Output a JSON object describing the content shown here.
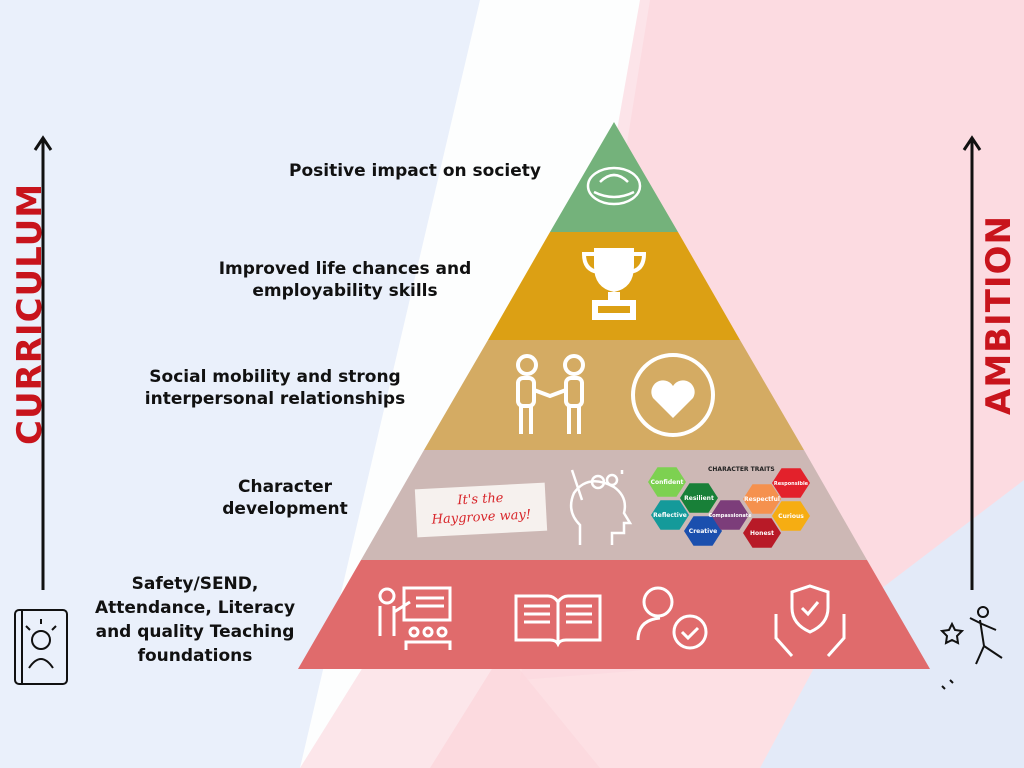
{
  "side_labels": {
    "left": "CURRICULUM",
    "right": "AMBITION"
  },
  "levels": [
    {
      "label": "Positive impact on society",
      "color": "#74b27b",
      "icon": "hands-heart-icon"
    },
    {
      "label": "Improved life chances and employability skills",
      "color": "#dca014",
      "icon": "trophy-icon"
    },
    {
      "label": "Social mobility and strong interpersonal relationships",
      "color": "#d4ab63",
      "icons": [
        "handshake-icon",
        "heart-circle-icon"
      ]
    },
    {
      "label": "Character development",
      "color": "#cdb8b5",
      "icons": [
        "head-ideas-icon"
      ]
    },
    {
      "label": "Safety/SEND, Attendance, Literacy and quality Teaching foundations",
      "color": "#e06b6c",
      "icons": [
        "teacher-board-icon",
        "open-book-icon",
        "user-check-icon",
        "shield-hands-icon"
      ]
    }
  ],
  "haygrove": {
    "line1": "It's the",
    "line2": "Haygrove way!"
  },
  "character_traits": {
    "title": "CHARACTER TRAITS",
    "traits": [
      {
        "name": "Confident",
        "color": "#7dd151"
      },
      {
        "name": "Resilient",
        "color": "#188038"
      },
      {
        "name": "Reflective",
        "color": "#149a9a"
      },
      {
        "name": "Creative",
        "color": "#1b4fae"
      },
      {
        "name": "Compassionate",
        "color": "#7c3d7a"
      },
      {
        "name": "Respectful",
        "color": "#f5914e"
      },
      {
        "name": "Honest",
        "color": "#b81a27"
      },
      {
        "name": "Responsible",
        "color": "#e3212b"
      },
      {
        "name": "Curious",
        "color": "#f6ad12"
      }
    ]
  },
  "colors": {
    "accent": "#c8141c"
  }
}
